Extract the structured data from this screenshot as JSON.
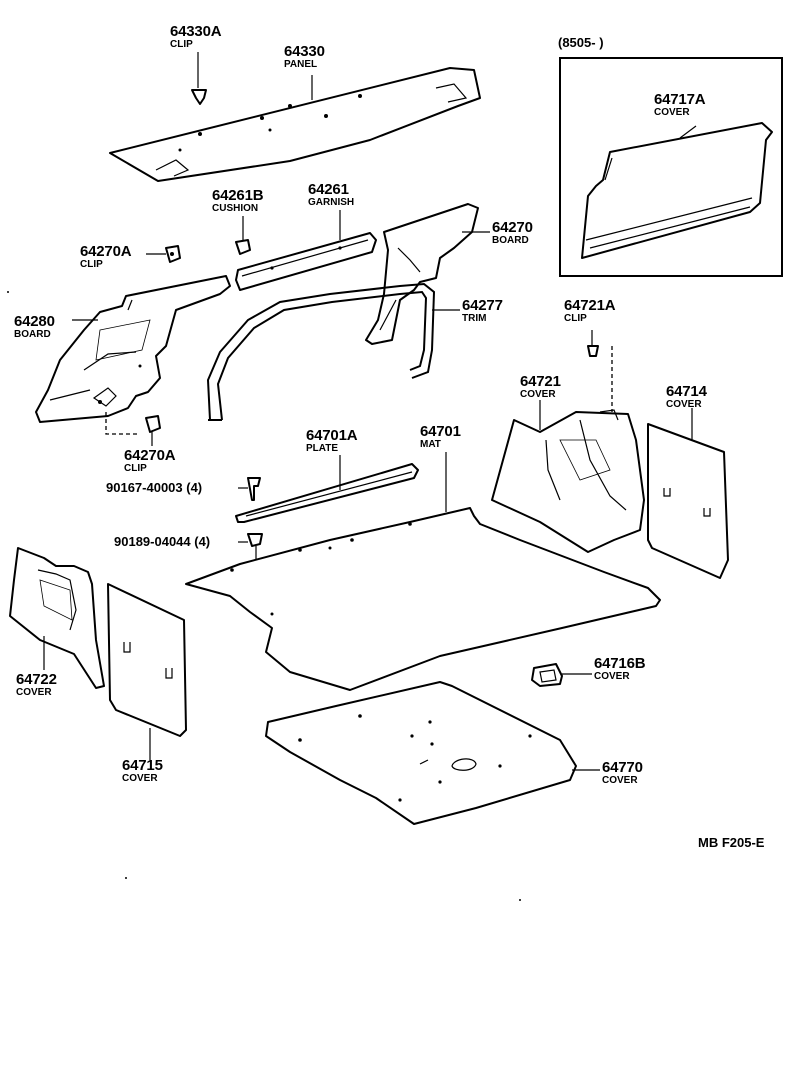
{
  "diagram": {
    "code": "MB F205-E",
    "inset_note": "(8505-         )",
    "labels": [
      {
        "id": "64330A",
        "name": "CLIP"
      },
      {
        "id": "64330",
        "name": "PANEL"
      },
      {
        "id": "64717A",
        "name": "COVER"
      },
      {
        "id": "64261B",
        "name": "CUSHION"
      },
      {
        "id": "64261",
        "name": "GARNISH"
      },
      {
        "id": "64270",
        "name": "BOARD"
      },
      {
        "id": "64270A",
        "name": "CLIP"
      },
      {
        "id": "64280",
        "name": "BOARD"
      },
      {
        "id": "64277",
        "name": "TRIM"
      },
      {
        "id": "64721A",
        "name": "CLIP"
      },
      {
        "id": "64270A",
        "name": "CLIP"
      },
      {
        "id": "64721",
        "name": "COVER"
      },
      {
        "id": "64714",
        "name": "COVER"
      },
      {
        "id": "64701A",
        "name": "PLATE"
      },
      {
        "id": "64701",
        "name": "MAT"
      },
      {
        "id": "90167-40003 (4)",
        "name": ""
      },
      {
        "id": "90189-04044 (4)",
        "name": ""
      },
      {
        "id": "64722",
        "name": "COVER"
      },
      {
        "id": "64715",
        "name": "COVER"
      },
      {
        "id": "64716B",
        "name": "COVER"
      },
      {
        "id": "64770",
        "name": "COVER"
      }
    ]
  }
}
